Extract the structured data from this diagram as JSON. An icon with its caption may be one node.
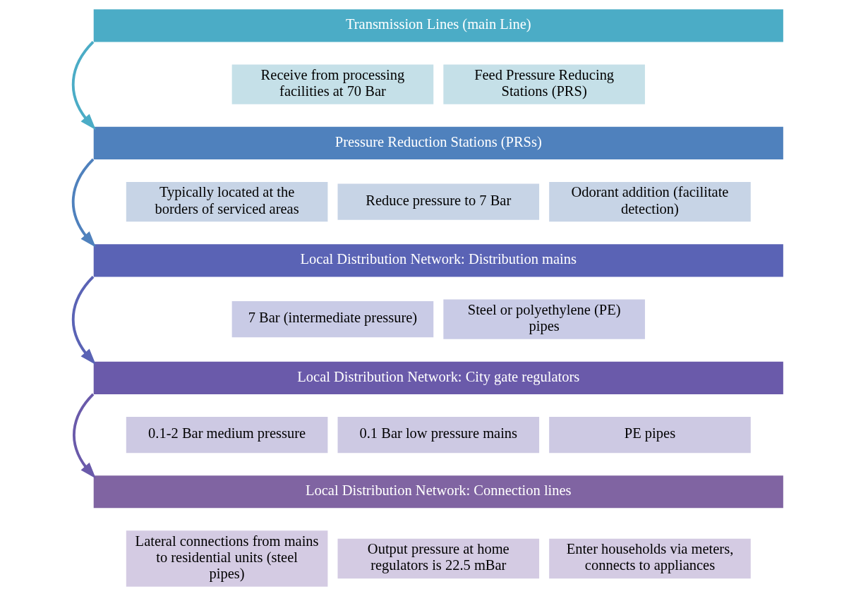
{
  "diagram": {
    "nodes": [
      {
        "text": [
          "Transmission Lines (main Line)"
        ]
      },
      {
        "text": [
          "Receive from processing facilities at 70 Bar"
        ]
      },
      {
        "text": [
          "Feed Pressure Reducing Stations (PRS)"
        ]
      },
      {
        "text": [
          "Pressure Reduction Stations (PRSs)"
        ]
      },
      {
        "text": [
          "Typically located at the borders of serviced areas"
        ]
      },
      {
        "text": [
          "Reduce pressure to 7 Bar"
        ]
      },
      {
        "text": [
          "Odorant addition (facilitate detection)"
        ]
      },
      {
        "text": [
          "Local Distribution Network: Distribution mains"
        ]
      },
      {
        "text": [
          "7 Bar (intermediate pressure)"
        ]
      },
      {
        "text": [
          "Steel or polyethylene (PE) pipes"
        ]
      },
      {
        "text": [
          "Local Distribution Network: City gate regulators"
        ]
      },
      {
        "text": [
          "0.1-2 Bar medium pressure"
        ]
      },
      {
        "text": [
          "0.1 Bar low pressure mains"
        ]
      },
      {
        "text": [
          "PE pipes"
        ]
      },
      {
        "text": [
          "Local Distribution Network: Connection lines"
        ]
      },
      {
        "text": [
          "Lateral connections from mains to residential units (steel pipes)"
        ]
      },
      {
        "text": [
          "Output pressure at home regulators is 22.5 mBar"
        ]
      },
      {
        "text": [
          "Enter households via meters, connects to appliances"
        ]
      }
    ],
    "edges": [
      {
        "from": 0,
        "to": 3,
        "arrow": "to",
        "color": "#4bacc6"
      },
      {
        "from": 3,
        "to": 7,
        "arrow": "to",
        "color": "#4f81bd"
      },
      {
        "from": 7,
        "to": 10,
        "arrow": "to",
        "color": "#5a63b5"
      },
      {
        "from": 10,
        "to": 14,
        "arrow": "to",
        "color": "#6a5aaa"
      }
    ]
  }
}
